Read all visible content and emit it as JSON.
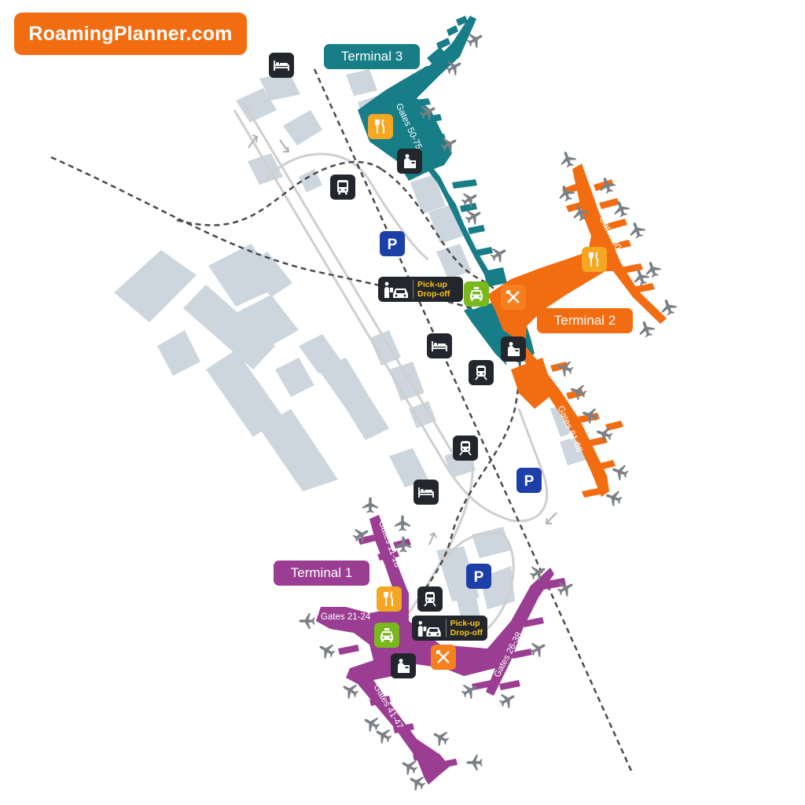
{
  "brand": {
    "text": "RoamingPlanner.com",
    "color": "#f26d12"
  },
  "terminals": [
    {
      "id": "terminal-3",
      "name": "Terminal 3",
      "color": "#177d86"
    },
    {
      "id": "terminal-2",
      "name": "Terminal 2",
      "color": "#f26d12"
    },
    {
      "id": "terminal-1",
      "name": "Terminal 1",
      "color": "#9a3d93"
    }
  ],
  "gates": {
    "g50_75": "Gates 50-75",
    "g80_99": "Gates 80-99",
    "g81_88": "Gates 81-88",
    "g11_18": "Gates 11-18",
    "g21_24": "Gates 21-24",
    "g26_38": "Gates 26-38",
    "g41_47": "Gates 41-47"
  },
  "pickup_dropoff": {
    "pickup": "Pick-up",
    "dropoff": "Drop-off"
  },
  "icons": {
    "parking": "P",
    "hotel": "hotel-icon",
    "bus": "bus-icon",
    "train": "train-icon",
    "restaurant": "restaurant-icon",
    "taxi": "taxi-icon",
    "security": "security-icon",
    "plane": "plane-icon"
  },
  "colors": {
    "terminal_3": "#177d86",
    "terminal_2": "#f26d12",
    "terminal_1": "#9a3d93",
    "buildings": "#c9d2db",
    "parking_sign": "#1c3fa8",
    "food_sign": "#f5a623",
    "taxi_sign": "#7ab91d",
    "service_sign": "#23272d",
    "pickup_text": "#f7c31a",
    "rail": "#4a4a4a",
    "road": "#c8c8c8"
  }
}
